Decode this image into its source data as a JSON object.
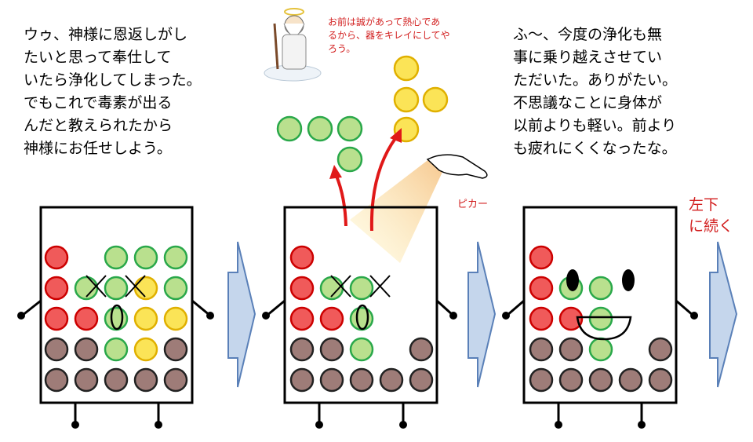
{
  "left_text": "ウゥ、神様に恩返しがし\nたいと思って奉仕して\nいたら浄化してしまった。\nでもこれで毒素が出る\nんだと教えられたから\n神様にお任せしよう。",
  "god_speech": "お前は誠があって熱心であ\nるから、器をキレイにしてや\nろう。",
  "light_label": "ピカー",
  "right_text": "ふ～、今度の浄化も無\n事に乗り越えさせてい\nただいた。ありがたい。\n不思議なことに身体が\n以前よりも軽い。前より\nも疲れにくくなったな。",
  "continue_label": "左下\nに続く",
  "colors": {
    "red": "#f05a5a",
    "green": "#b9e08e",
    "yellow": "#fbe457",
    "brown": "#9e7c78",
    "arrow_fill": "#c5d6ec",
    "arrow_stroke": "#5a80b8",
    "accent_red": "#e01818"
  },
  "icons": [
    "god-figure-icon",
    "hand-icon",
    "light-beam-icon",
    "right-arrow-icon",
    "up-arrow-icon"
  ]
}
